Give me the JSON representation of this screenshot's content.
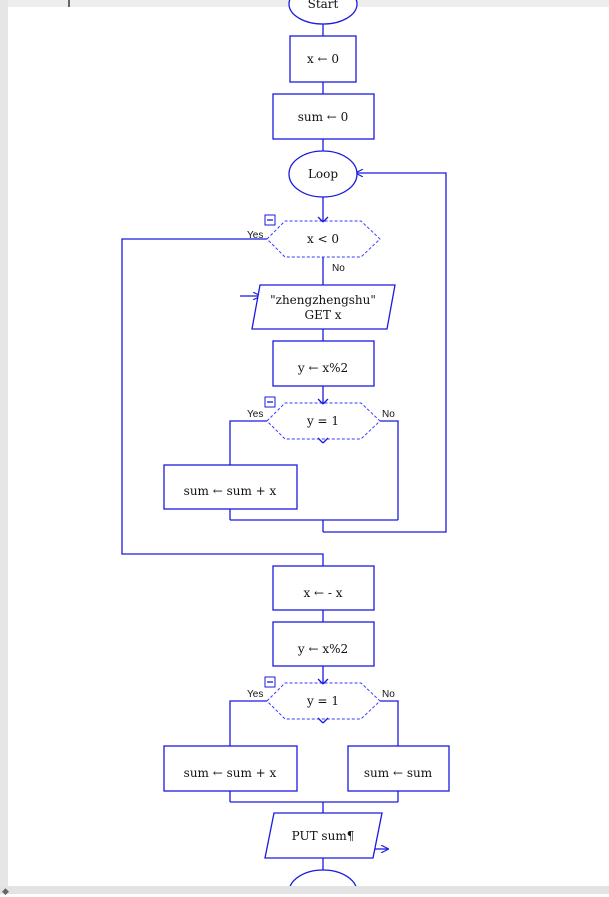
{
  "nodes": {
    "start": "Start",
    "x_init": "x ← 0",
    "sum_init": "sum ← 0",
    "loop": "Loop",
    "cond_x_neg": "x < 0",
    "input_prompt": "\"zhengzhengshu\"",
    "input_get": "GET x",
    "y_mod_1": "y ← x%2",
    "cond_y_1": "y = 1",
    "sum_add_1": "sum ← sum + x",
    "x_negate": "x ← - x",
    "y_mod_2": "y ← x%2",
    "cond_y_2": "y = 1",
    "sum_add_2": "sum ← sum + x",
    "sum_keep": "sum ← sum",
    "output": "PUT sum¶"
  },
  "edge_labels": {
    "yes": "Yes",
    "no": "No"
  },
  "colors": {
    "stroke": "#1a1adf",
    "text": "#111111",
    "background": "#ffffff"
  }
}
